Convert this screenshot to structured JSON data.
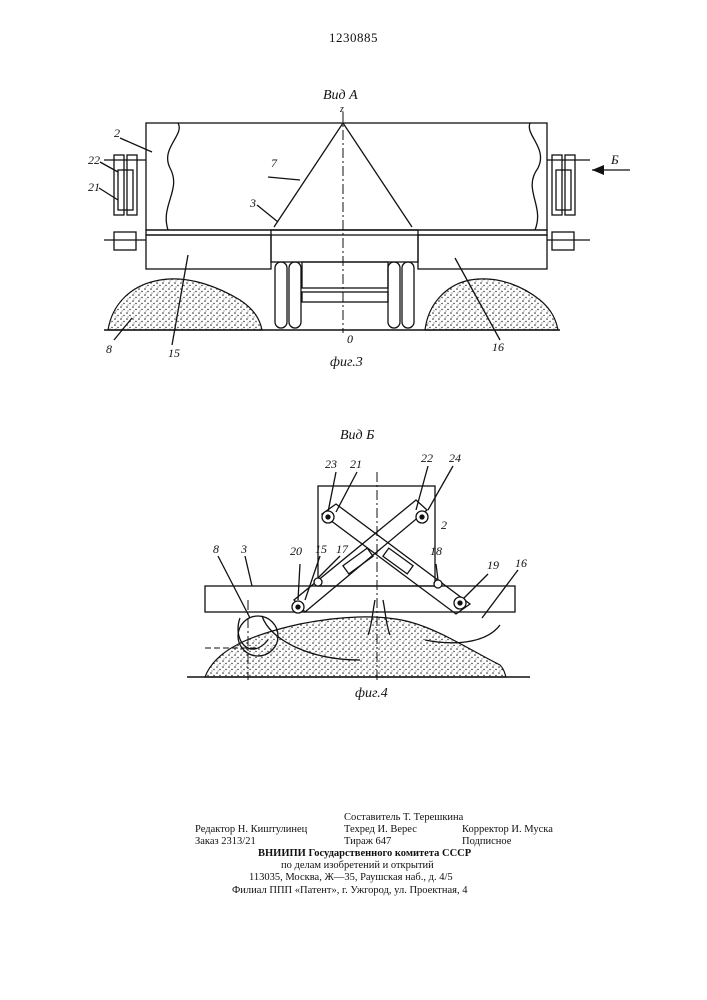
{
  "patent_number": "1230885",
  "figure3": {
    "title": "Вид А",
    "caption": "фиг.3",
    "axis_top": "z",
    "axis_bottom": "0",
    "arrow_label": "Б",
    "labels": {
      "l2": "2",
      "l22": "22",
      "l21": "21",
      "l7": "7",
      "l3": "3",
      "l8": "8",
      "l15": "15",
      "l16": "16"
    }
  },
  "figure4": {
    "title": "Вид Б",
    "caption": "фиг.4",
    "labels": {
      "l23": "23",
      "l21": "21",
      "l22": "22",
      "l24": "24",
      "l2": "2",
      "l8": "8",
      "l3": "3",
      "l20": "20",
      "l15": "15",
      "l17": "17",
      "l18": "18",
      "l19": "19",
      "l16": "16"
    }
  },
  "footer": {
    "compiler": "Составитель Т. Терешкина",
    "editor": "Редактор Н. Киштулинец",
    "techred": "Техред И. Верес",
    "corrector": "Корректор И. Муска",
    "order": "Заказ 2313/21",
    "circulation": "Тираж 647",
    "subscription": "Подписное",
    "org_line1": "ВНИИПИ  Государственного  комитета  СССР",
    "org_line2": "по  делам  изобретений  и  открытий",
    "org_line3": "113035,  Москва,  Ж—35,  Раушская  наб.,  д.  4/5",
    "branch": "Филиал  ППП  «Патент»,  г.  Ужгород,  ул.  Проектная,  4"
  }
}
